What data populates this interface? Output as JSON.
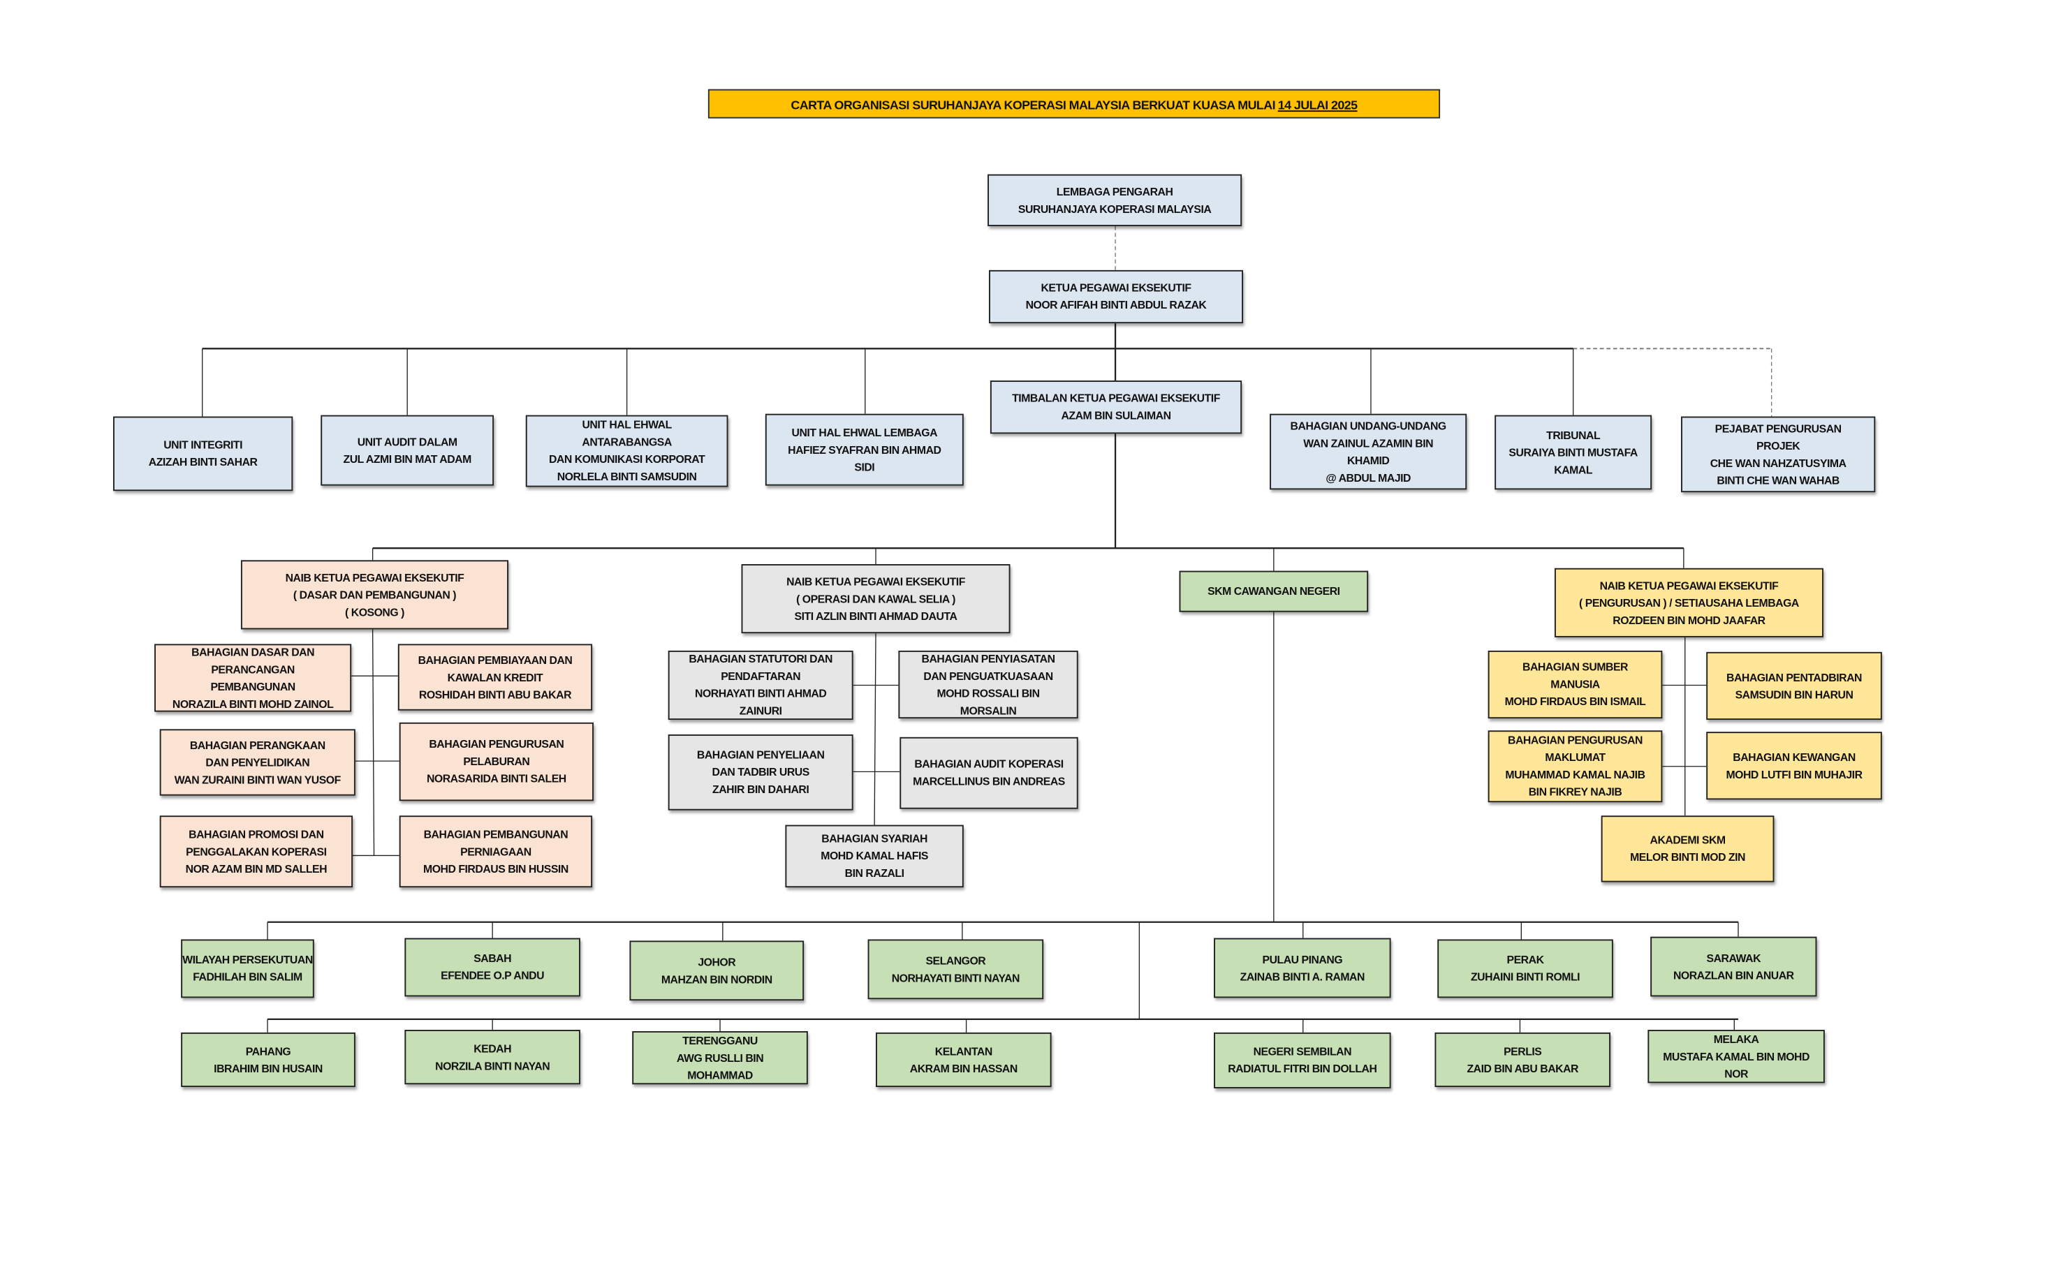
{
  "title": {
    "text": "CARTA ORGANISASI  SURUHANJAYA KOPERASI MALAYSIA BERKUAT KUASA MULAI",
    "date": "14 JULAI 2025"
  },
  "colors": {
    "title": "#ffc000",
    "blue": "#dce6f1",
    "peach": "#fbe3d4",
    "gray": "#e6e6e6",
    "green": "#c6dfb5",
    "yellow": "#ffe699"
  },
  "boxes": {
    "lembaga": [
      "LEMBAGA PENGARAH",
      "SURUHANJAYA KOPERASI MALAYSIA"
    ],
    "kpe": [
      "KETUA PEGAWAI EKSEKUTIF",
      "NOOR AFIFAH BINTI ABDUL RAZAK"
    ],
    "integriti": [
      "UNIT INTEGRITI",
      "AZIZAH BINTI SAHAR"
    ],
    "audit_dalam": [
      "UNIT AUDIT DALAM",
      "ZUL AZMI BIN MAT ADAM"
    ],
    "antarabangsa": [
      "UNIT HAL EHWAL",
      "ANTARABANGSA",
      "DAN KOMUNIKASI KORPORAT",
      "NORLELA BINTI SAMSUDIN"
    ],
    "hal_lembaga": [
      "UNIT HAL EHWAL LEMBAGA",
      "HAFIEZ SYAFRAN BIN AHMAD",
      "SIDI"
    ],
    "timbalan": [
      "TIMBALAN KETUA PEGAWAI EKSEKUTIF",
      "AZAM BIN SULAIMAN"
    ],
    "undang": [
      "BAHAGIAN UNDANG-UNDANG",
      "WAN ZAINUL AZAMIN BIN",
      "KHAMID",
      "@ ABDUL MAJID"
    ],
    "tribunal": [
      "TRIBUNAL",
      "SURAIYA BINTI MUSTAFA",
      "KAMAL"
    ],
    "pejabat": [
      "PEJABAT PENGURUSAN",
      "PROJEK",
      "CHE WAN NAHZATUSYIMA",
      "BINTI CHE WAN WAHAB"
    ],
    "nkpe_dasar": [
      "NAIB KETUA PEGAWAI EKSEKUTIF",
      "( DASAR DAN  PEMBANGUNAN )",
      "( KOSONG )"
    ],
    "dasar": [
      "BAHAGIAN DASAR DAN",
      "PERANCANGAN",
      "PEMBANGUNAN",
      "NORAZILA BINTI  MOHD ZAINOL"
    ],
    "perangkaan": [
      "BAHAGIAN PERANGKAAN",
      "DAN PENYELIDIKAN",
      "WAN ZURAINI BINTI WAN YUSOF"
    ],
    "promosi": [
      "BAHAGIAN PROMOSI DAN",
      "PENGGALAKAN KOPERASI",
      "NOR AZAM BIN MD SALLEH"
    ],
    "pembiayaan": [
      "BAHAGIAN PEMBIAYAAN DAN",
      "KAWALAN KREDIT",
      "ROSHIDAH BINTI ABU BAKAR"
    ],
    "pelaburan": [
      "BAHAGIAN PENGURUSAN",
      "PELABURAN",
      "NORASARIDA BINTI SALEH"
    ],
    "perniagaan": [
      "BAHAGIAN PEMBANGUNAN",
      "PERNIAGAAN",
      "MOHD FIRDAUS  BIN HUSSIN"
    ],
    "nkpe_operasi": [
      "NAIB KETUA PEGAWAI EKSEKUTIF",
      "( OPERASI DAN  KAWAL SELIA )",
      "SITI AZLIN BINTI AHMAD DAUTA"
    ],
    "statutori": [
      "BAHAGIAN STATUTORI DAN",
      "PENDAFTARAN",
      "NORHAYATI BINTI AHMAD",
      "ZAINURI"
    ],
    "penyiasatan": [
      "BAHAGIAN PENYIASATAN",
      "DAN PENGUATKUASAAN",
      "MOHD ROSSALI BIN",
      "MORSALIN"
    ],
    "penyeliaan": [
      "BAHAGIAN PENYELIAAN",
      "DAN TADBIR URUS",
      "ZAHIR BIN DAHARI"
    ],
    "audit_koperasi": [
      "BAHAGIAN AUDIT KOPERASI",
      "MARCELLINUS BIN ANDREAS"
    ],
    "syariah": [
      "BAHAGIAN SYARIAH",
      "MOHD KAMAL HAFIS",
      "BIN RAZALI"
    ],
    "cawangan": [
      "SKM CAWANGAN NEGERI"
    ],
    "nkpe_pengurusan": [
      "NAIB KETUA PEGAWAI EKSEKUTIF",
      "( PENGURUSAN ) / SETIAUSAHA LEMBAGA",
      "ROZDEEN BIN MOHD JAAFAR"
    ],
    "sumber": [
      "BAHAGIAN SUMBER",
      "MANUSIA",
      "MOHD FIRDAUS BIN ISMAIL"
    ],
    "pentadbiran": [
      "BAHAGIAN PENTADBIRAN",
      "SAMSUDIN BIN HARUN"
    ],
    "maklumat": [
      "BAHAGIAN PENGURUSAN",
      "MAKLUMAT",
      "MUHAMMAD KAMAL NAJIB",
      "BIN FIKREY NAJIB"
    ],
    "kewangan": [
      "BAHAGIAN KEWANGAN",
      "MOHD LUTFI BIN MUHAJIR"
    ],
    "akademi": [
      "AKADEMI SKM",
      "MELOR BINTI MOD ZIN"
    ],
    "wp": [
      "WILAYAH PERSEKUTUAN",
      "FADHILAH BIN SALIM"
    ],
    "sabah": [
      "SABAH",
      "EFENDEE O.P ANDU"
    ],
    "johor": [
      "JOHOR",
      "MAHZAN BIN NORDIN"
    ],
    "selangor": [
      "SELANGOR",
      "NORHAYATI BINTI NAYAN"
    ],
    "pulau_pinang": [
      "PULAU PINANG",
      "ZAINAB BINTI A. RAMAN"
    ],
    "perak": [
      "PERAK",
      "ZUHAINI BINTI ROMLI"
    ],
    "sarawak": [
      "SARAWAK",
      "NORAZLAN BIN ANUAR"
    ],
    "pahang": [
      "PAHANG",
      "IBRAHIM  BIN HUSAIN"
    ],
    "kedah": [
      "KEDAH",
      "NORZILA BINTI NAYAN"
    ],
    "terengganu": [
      "TERENGGANU",
      "AWG RUSLLI BIN",
      "MOHAMMAD"
    ],
    "kelantan": [
      "KELANTAN",
      "AKRAM BIN HASSAN"
    ],
    "negeri_sembilan": [
      "NEGERI SEMBILAN",
      "RADIATUL FITRI BIN DOLLAH"
    ],
    "perlis": [
      "PERLIS",
      "ZAID BIN ABU BAKAR"
    ],
    "melaka": [
      "MELAKA",
      "MUSTAFA KAMAL  BIN MOHD",
      "NOR"
    ]
  }
}
